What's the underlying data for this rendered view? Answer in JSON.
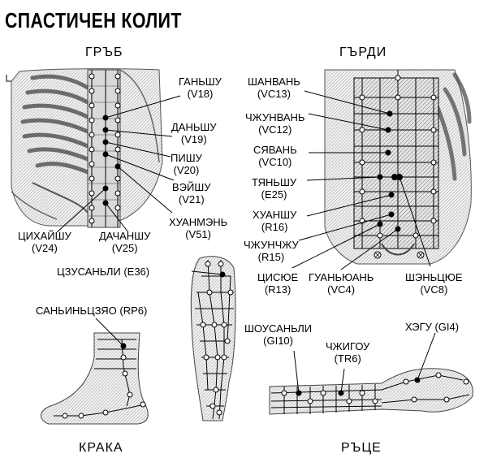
{
  "title": "СПАСТИЧЕН КОЛИТ",
  "sections": {
    "back": "ГРЪБ",
    "chest": "ГЪРДИ",
    "legs": "КРАКА",
    "arms": "РЪЦЕ"
  },
  "points": {
    "v18": {
      "name": "ГАНЬШУ",
      "code": "(V18)"
    },
    "v19": {
      "name": "ДАНЬШУ",
      "code": "(V19)"
    },
    "v20": {
      "name": "ПИШУ",
      "code": "(V20)"
    },
    "v21": {
      "name": "ВЭЙШУ",
      "code": "(V21)"
    },
    "v51": {
      "name": "ХУАНМЭНЬ",
      "code": "(V51)"
    },
    "v24": {
      "name": "ЦИХАЙШУ",
      "code": "(V24)"
    },
    "v25": {
      "name": "ДАЧАНШУ",
      "code": "(V25)"
    },
    "vc13": {
      "name": "ШАНВАНЬ",
      "code": "(VC13)"
    },
    "vc12": {
      "name": "ЧЖУНВАНЬ",
      "code": "(VC12)"
    },
    "vc10": {
      "name": "СЯВАНЬ",
      "code": "(VC10)"
    },
    "e25": {
      "name": "ТЯНЬШУ",
      "code": "(E25)"
    },
    "r16": {
      "name": "ХУАНШУ",
      "code": "(R16)"
    },
    "r15": {
      "name": "ЧЖУНЧЖУ",
      "code": "(R15)"
    },
    "r13": {
      "name": "ЦИСЮЕ",
      "code": "(R13)"
    },
    "vc4": {
      "name": "ГУАНЬЮАНЬ",
      "code": "(VC4)"
    },
    "vc8": {
      "name": "ШЭНЬЦЮЕ",
      "code": "(VC8)"
    },
    "e36": {
      "name": "ЦЗУСАНЬЛИ (E36)"
    },
    "rp6": {
      "name": "САНЬИНЬЦЗЯО (RP6)"
    },
    "gi10": {
      "name": "ШОУСАНЬЛИ",
      "code": "(GI10)"
    },
    "tr6": {
      "name": "ЧЖИГОУ",
      "code": "(TR6)"
    },
    "gi4": {
      "name": "ХЭГУ (GI4)"
    }
  }
}
